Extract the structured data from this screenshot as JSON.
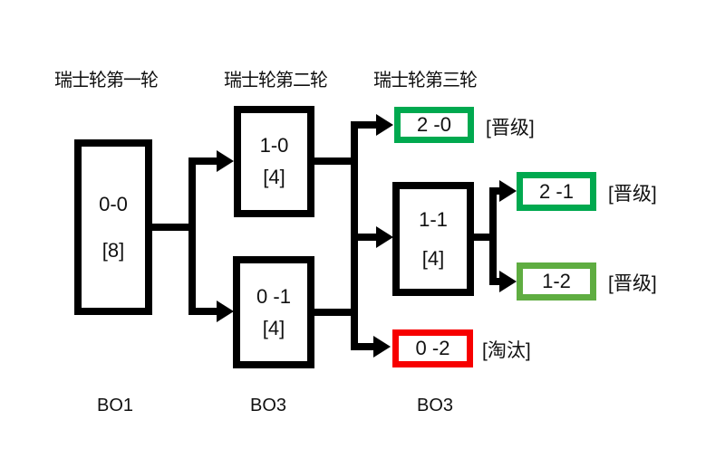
{
  "diagram": {
    "headers": {
      "round1": "瑞士轮第一轮",
      "round2": "瑞士轮第二轮",
      "round3": "瑞士轮第三轮"
    },
    "boxes": {
      "r1": {
        "score": "0-0",
        "count": "[8]"
      },
      "r2_top": {
        "score": "1-0",
        "count": "[4]"
      },
      "r2_bottom": {
        "score": "0 -1",
        "count": "[4]"
      },
      "r3_mid": {
        "score": "1-1",
        "count": "[4]"
      }
    },
    "outcomes": {
      "advance_20": {
        "score": "2 -0",
        "label": "[晋级]",
        "border_color": "#00a94f"
      },
      "advance_21": {
        "score": "2 -1",
        "label": "[晋级]",
        "border_color": "#00a94f"
      },
      "advance_12": {
        "score": "1-2",
        "label": "[晋级]",
        "border_color": "#5fad41"
      },
      "eliminate_02": {
        "score": "0 -2",
        "label": "[淘汰]",
        "border_color": "#f70000"
      }
    },
    "footers": {
      "col1": "BO1",
      "col2": "BO3",
      "col3": "BO3"
    },
    "colors": {
      "background": "#ffffff",
      "line": "#000000",
      "text": "#111111",
      "box_border": "#000000",
      "green_dark": "#00a94f",
      "green_light": "#5fad41",
      "red": "#f70000"
    }
  }
}
